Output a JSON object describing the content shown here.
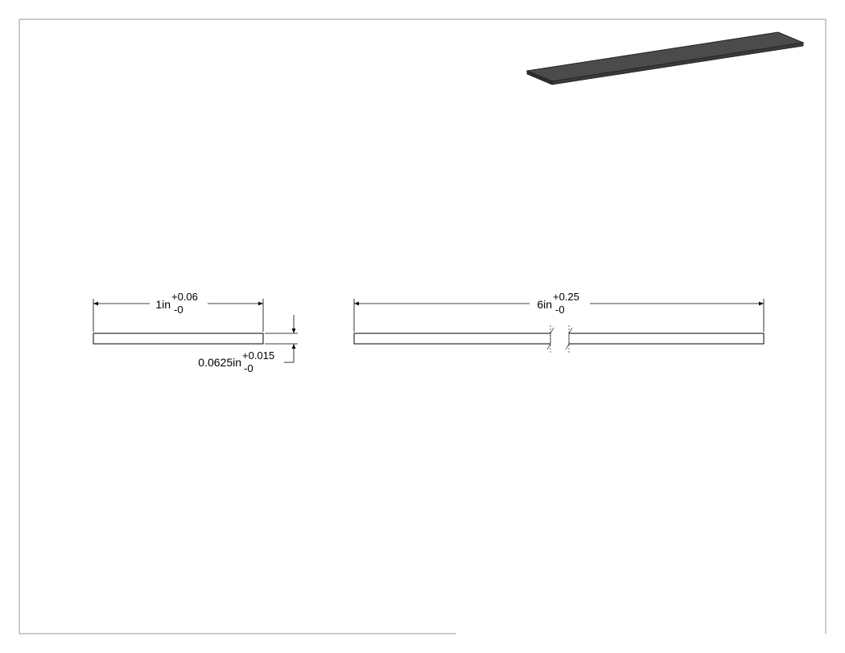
{
  "drawing": {
    "width_dim": {
      "nominal": "1in",
      "tol_plus": "+0.06",
      "tol_minus": "-0"
    },
    "thickness_dim": {
      "nominal": "0.0625in",
      "tol_plus": "+0.015",
      "tol_minus": "-0"
    },
    "length_dim": {
      "nominal": "6in",
      "tol_plus": "+0.25",
      "tol_minus": "-0"
    }
  },
  "colors": {
    "line": "#000000",
    "frame": "#9a9a9a",
    "bar_top": "#4b4b4b",
    "bar_edge": "#222222"
  }
}
